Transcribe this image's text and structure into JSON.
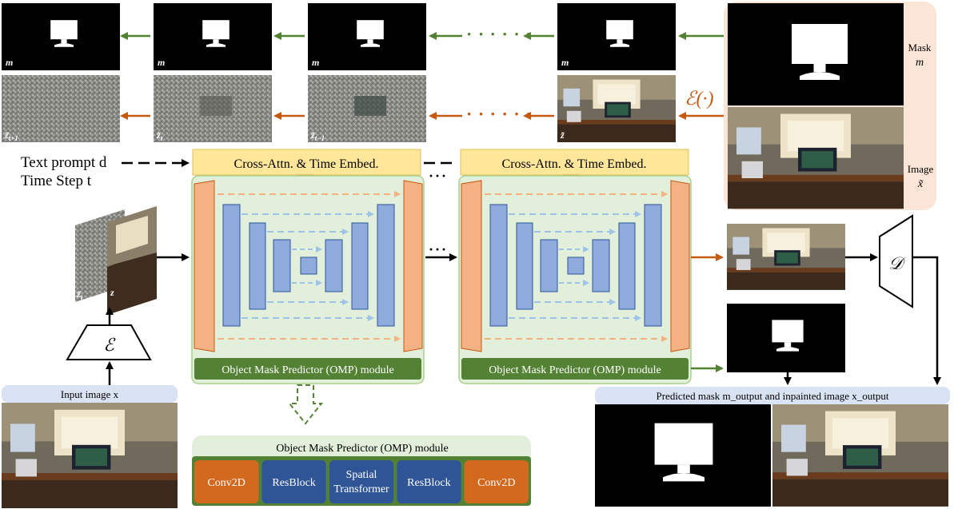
{
  "mask_strip": {
    "labels": [
      "m",
      "m",
      "m",
      "m"
    ]
  },
  "noisy_strip": {
    "labels": [
      "z̃",
      "z̃",
      "z̃",
      "z̃"
    ],
    "subscripts": [
      "t+1",
      "t",
      "t−1",
      ""
    ]
  },
  "right_panel": {
    "mask_label": "Mask",
    "mask_symbol": "m",
    "image_label": "Image",
    "image_symbol": "x̃"
  },
  "encoder_label": "ℰ(·)",
  "conditioning": {
    "text_prompt": "Text prompt d",
    "time_step": "Time Step t",
    "cross_attn_label": "Cross-Attn. & Time Embed."
  },
  "omp_label": "Object Mask Predictor (OMP) module",
  "input_stack": {
    "noisy_label": "z̃",
    "noisy_sub": "t",
    "clean_label": "z"
  },
  "encoder_symbol": "ℰ",
  "decoder_symbol": "𝒟",
  "input_image_label": "Input image x",
  "output_label": "Predicted mask m_output and inpainted image x_output",
  "omp_detail": {
    "title": "Object Mask Predictor (OMP) module",
    "blocks": [
      "Conv2D",
      "ResBlock",
      "Spatial Transformer",
      "ResBlock",
      "Conv2D"
    ],
    "block_colors": [
      "#d2691e",
      "#2f5597",
      "#2f5597",
      "#2f5597",
      "#d2691e"
    ]
  },
  "dots": "· · · · · ·",
  "colors": {
    "green_arrow": "#548235",
    "orange_arrow": "#c55a11",
    "cross_attn_fill": "#ffe699",
    "omp_bar": "#548235",
    "unet_bg": "#e2efda",
    "unet_orange": "#f4b183",
    "unet_blue": "#8faadc"
  }
}
